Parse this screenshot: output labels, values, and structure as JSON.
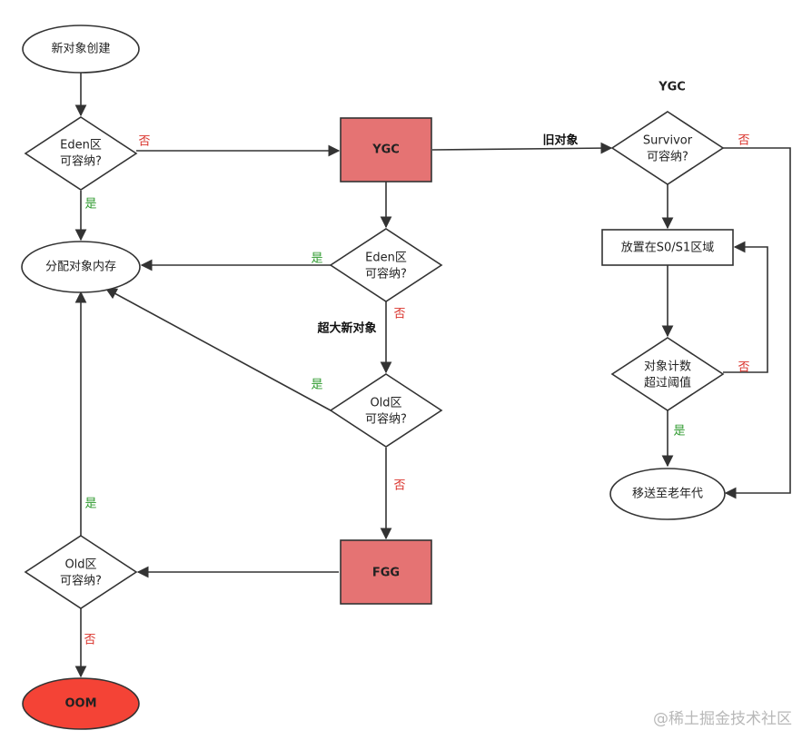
{
  "nodes": {
    "start": "新对象创建",
    "eden_check_1_line1": "Eden区",
    "eden_check_1_line2": "可容纳?",
    "allocate": "分配对象内存",
    "ygc": "YGC",
    "eden_check_2_line1": "Eden区",
    "eden_check_2_line2": "可容纳?",
    "old_check_1_line1": "Old区",
    "old_check_1_line2": "可容纳?",
    "fgg": "FGG",
    "old_check_2_line1": "Old区",
    "old_check_2_line2": "可容纳?",
    "oom": "OOM",
    "ygc_title": "YGC",
    "survivor_check_line1": "Survivor",
    "survivor_check_line2": "可容纳?",
    "place_survivor": "放置在S0/S1区域",
    "age_check_line1": "对象计数",
    "age_check_line2": "超过阈值",
    "promote_old": "移送至老年代"
  },
  "edge_labels": {
    "yes": "是",
    "no": "否",
    "old_object": "旧对象",
    "large_object": "超大新对象"
  },
  "colors": {
    "ygc_fill": "#e57373",
    "fgg_fill": "#e57373",
    "oom_fill": "#f44336",
    "yes": "#2e9a2e",
    "no": "#d9312a"
  },
  "watermark": "@稀土掘金技术社区"
}
